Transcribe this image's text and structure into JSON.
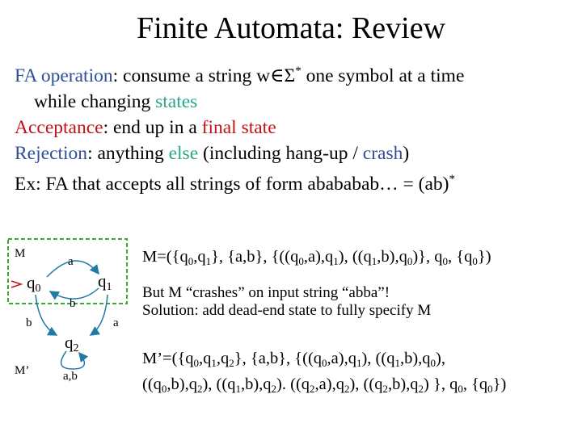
{
  "slide": {
    "title": "Finite Automata: Review"
  },
  "bullets": {
    "l1_a": "FA operation",
    "l1_b": ": consume a string w",
    "l1_c": "∈Σ",
    "l1_sup": "*",
    "l1_d": " one symbol at a time",
    "l2_a": "while changing ",
    "l2_b": "states",
    "l3_a": "Acceptance",
    "l3_b": ": end up in a ",
    "l3_c": "final state",
    "l4_a": "Rejection",
    "l4_b": ": anything ",
    "l4_c": "else",
    "l4_d": " (including hang-up / ",
    "l4_e": "crash",
    "l4_f": ")",
    "l5_a": "Ex: FA that accepts all strings of form abababab… = (ab)",
    "l5_sup": "*"
  },
  "diagram": {
    "machine_m": "M",
    "machine_m2": "M’",
    "q0": "q",
    "q0_sub": "0",
    "q1": "q",
    "q1_sub": "1",
    "q2": "q",
    "q2_sub": "2",
    "edge_top": "a",
    "edge_mid": "b",
    "edge_left": "b",
    "edge_right": "a",
    "edge_loop": "a,b"
  },
  "right": {
    "def1": "M=({q0,q1}, {a,b}, {((q0,a),q1), ((q1,b),q0)}, q0, {q0})",
    "note_line1": "But M “crashes” on input string “abba”!",
    "note_line2": "Solution: add dead-end state to fully specify M",
    "def2_line1": "M’=({q0,q1,q2}, {a,b}, {((q0,a),q1), ((q1,b),q0),",
    "def2_line2": "((q0,b),q2), ((q1,b),q2). ((q2,a),q2), ((q2,b),q2) }, q0, {q0})"
  },
  "colors": {
    "blue": "#2e4e96",
    "teal": "#2aa68a",
    "red": "#c0121a",
    "box_border": "#3aa832",
    "arrow": "#1f7aa8"
  }
}
